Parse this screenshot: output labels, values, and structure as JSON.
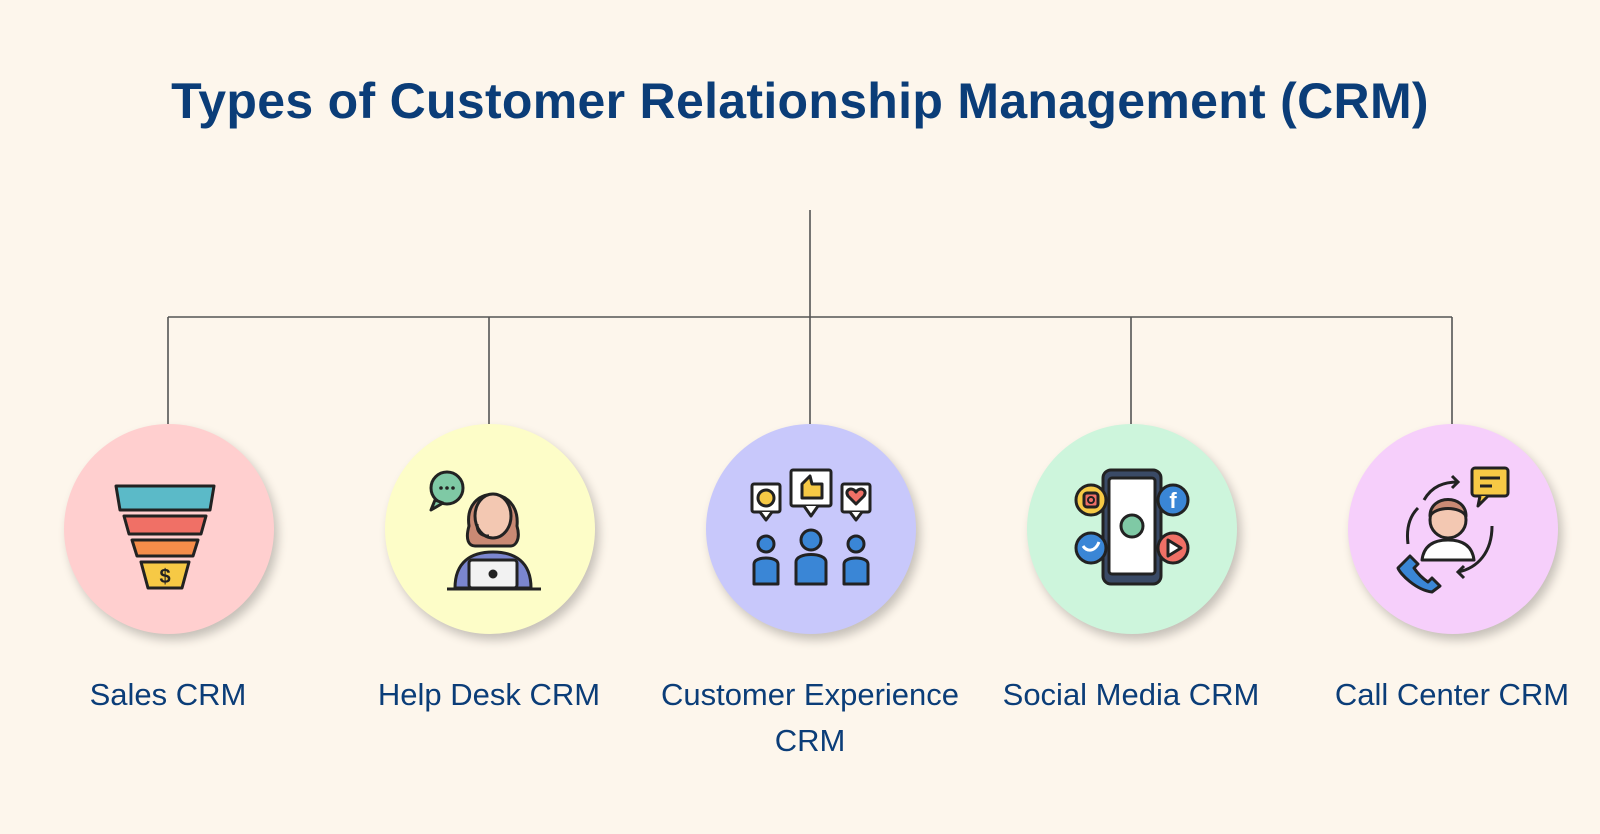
{
  "title": "Types of Customer Relationship Management (CRM)",
  "colors": {
    "background": "#fdf6ec",
    "title": "#0b3d78",
    "connector": "#555555"
  },
  "nodes": [
    {
      "label": "Sales CRM",
      "icon": "sales-funnel-icon",
      "color": "#ffcfcf"
    },
    {
      "label": "Help Desk CRM",
      "icon": "support-agent-icon",
      "color": "#fdfdc8"
    },
    {
      "label": "Customer Experience CRM",
      "icon": "customer-feedback-icon",
      "color": "#c8c8fb"
    },
    {
      "label": "Social Media CRM",
      "icon": "social-media-phone-icon",
      "color": "#cdf5dc"
    },
    {
      "label": "Call Center CRM",
      "icon": "call-center-agent-icon",
      "color": "#f6cffb"
    }
  ]
}
